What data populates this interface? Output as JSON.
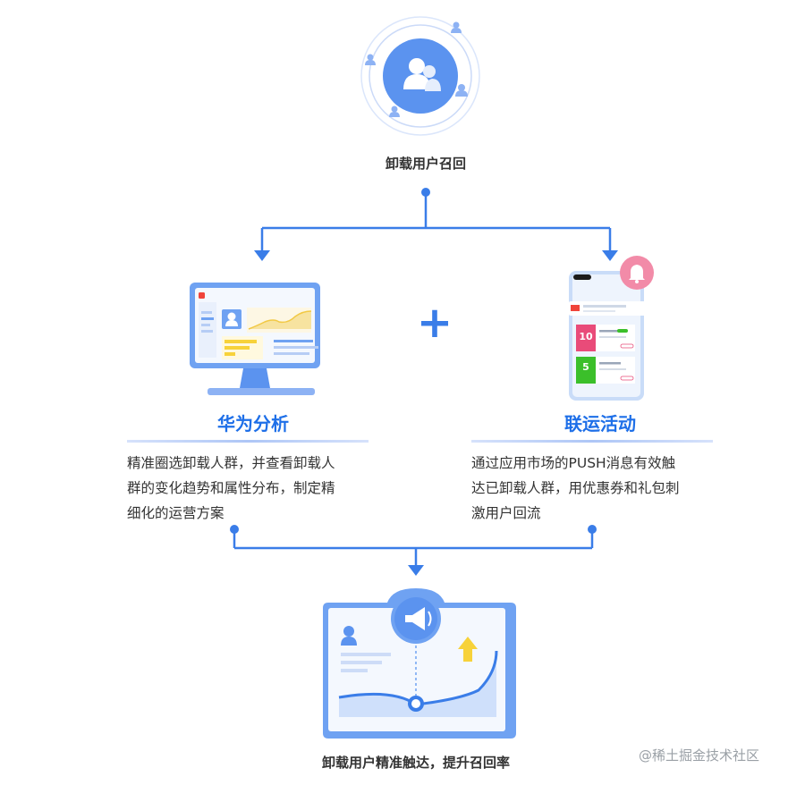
{
  "top": {
    "label": "卸载用户召回"
  },
  "left_card": {
    "title": "华为分析",
    "description_lines": [
      "精准圈选卸载人群，并查看卸载人",
      "群的变化趋势和属性分布，制定精",
      "细化的运营方案"
    ]
  },
  "right_card": {
    "title": "联运活动",
    "description_lines": [
      "通过应用市场的PUSH消息有效触",
      "达已卸载人群，用优惠券和礼包刺",
      "激用户回流"
    ],
    "coupons": [
      {
        "value": "10",
        "color": "#e94b79"
      },
      {
        "value": "5",
        "color": "#3bbf2a"
      }
    ]
  },
  "plus_sign": "+",
  "bottom": {
    "label": "卸载用户精准触达，提升召回率"
  },
  "watermark": "@稀土掘金技术社区",
  "colors": {
    "primary_blue": "#1e6fe8",
    "connector_blue": "#3a7de8",
    "light_blue": "#6fa2f2",
    "yellow": "#f7d23a",
    "pink_bell": "#f28ba8"
  }
}
